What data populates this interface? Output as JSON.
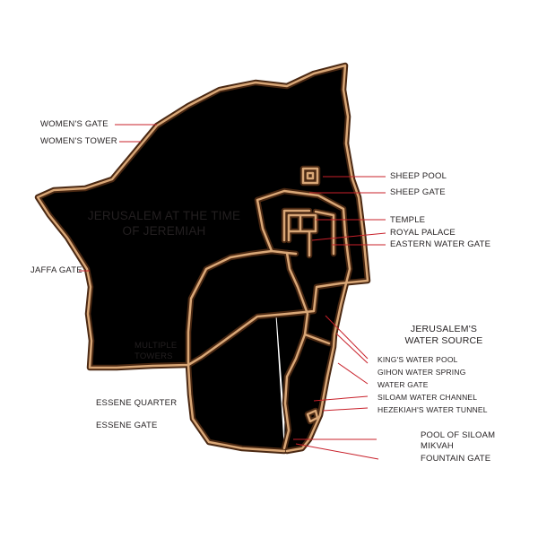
{
  "title": "JERUSALEM AT THE TIME OF JEREMIAH",
  "title_lines": [
    "JERUSALEM AT THE TIME",
    "OF JEREMIAH"
  ],
  "labels": {
    "womens_gate": "WOMEN'S GATE",
    "womens_tower": "WOMEN'S TOWER",
    "jaffa_gate": "JAFFA GATE",
    "multiple_towers": [
      "MULTIPLE",
      "TOWERS"
    ],
    "essene_quarter": "ESSENE QUARTER",
    "essene_gate": "ESSENE GATE",
    "sheep_pool": "SHEEP POOL",
    "sheep_gate": "SHEEP GATE",
    "temple": "TEMPLE",
    "royal_palace": "ROYAL PALACE",
    "eastern_water_gate": "EASTERN WATER GATE",
    "water_source_heading": [
      "JERUSALEM'S",
      "WATER SOURCE"
    ],
    "kings_water_pool": "KING'S WATER POOL",
    "gihon_water_spring": "GIHON WATER SPRING",
    "water_gate": "WATER GATE",
    "siloam_water_channel": "SILOAM WATER CHANNEL",
    "hezekiahs_water_tunnel": "HEZEKIAH'S WATER TUNNEL",
    "pool_of_siloam": "POOL OF SILOAM",
    "mikvah": "MIKVAH",
    "fountain_gate": "FOUNTAIN GATE"
  },
  "colors": {
    "wall_outline": "#4a2812",
    "wall_fill": "#d9a777",
    "leader": "#c8202a",
    "text": "#231f20"
  }
}
